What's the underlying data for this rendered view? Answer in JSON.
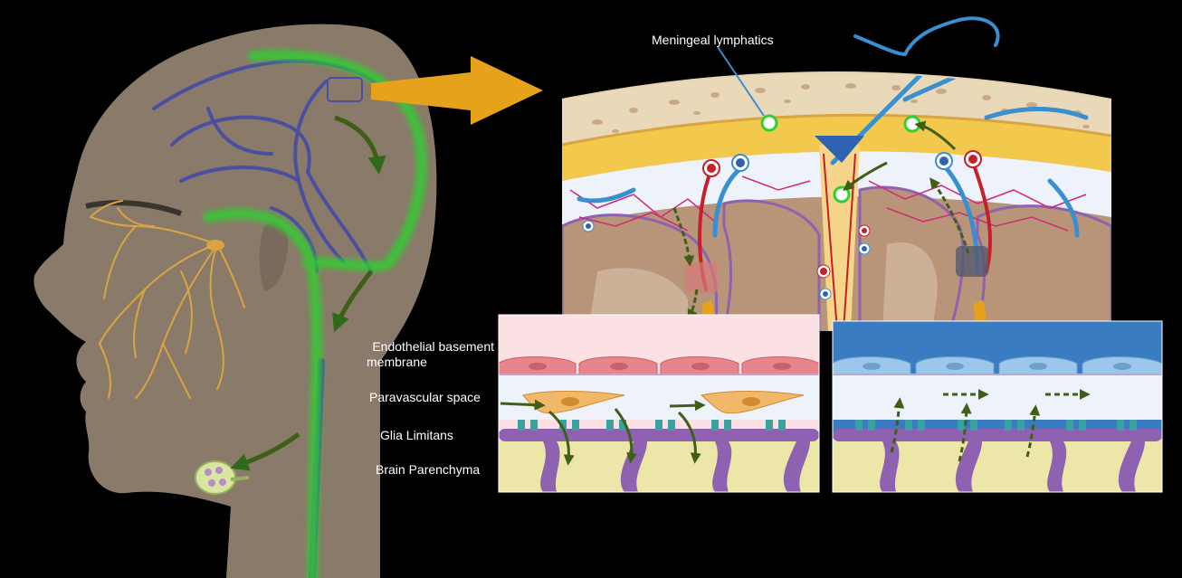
{
  "labels": {
    "meningeal_lymphatics": "Meningeal lymphatics",
    "endothelial_line1": "Endothelial basement",
    "endothelial_line2": "membrane",
    "paravascular": "Paravascular space",
    "glia_limitans": "Glia Limitans",
    "brain_parenchyma": "Brain Parenchyma"
  },
  "colors": {
    "background": "#000000",
    "head": "#8a7a6a",
    "nerve": "#d9a441",
    "vessel_vein": "#4a4fa0",
    "lymphatic_flow": "#2fd02f",
    "big_arrow": "#e6a21a",
    "flow_arrow": "#3f5e16",
    "bone": "#ead9b8",
    "dura": "#f2c94c",
    "artery": "#c4202a",
    "vein_blue": "#3a8fd0",
    "cortex": "#b89478",
    "endothelial_healthy": "#e8858c",
    "endothelial_other": "#9cc7ea",
    "glia": "#8e62b0",
    "astro": "#f2b86a"
  },
  "icons": [
    "head-profile",
    "lymph-node-icon",
    "magnify-arrow-icon",
    "skull-crosssection",
    "arrow-icon"
  ]
}
